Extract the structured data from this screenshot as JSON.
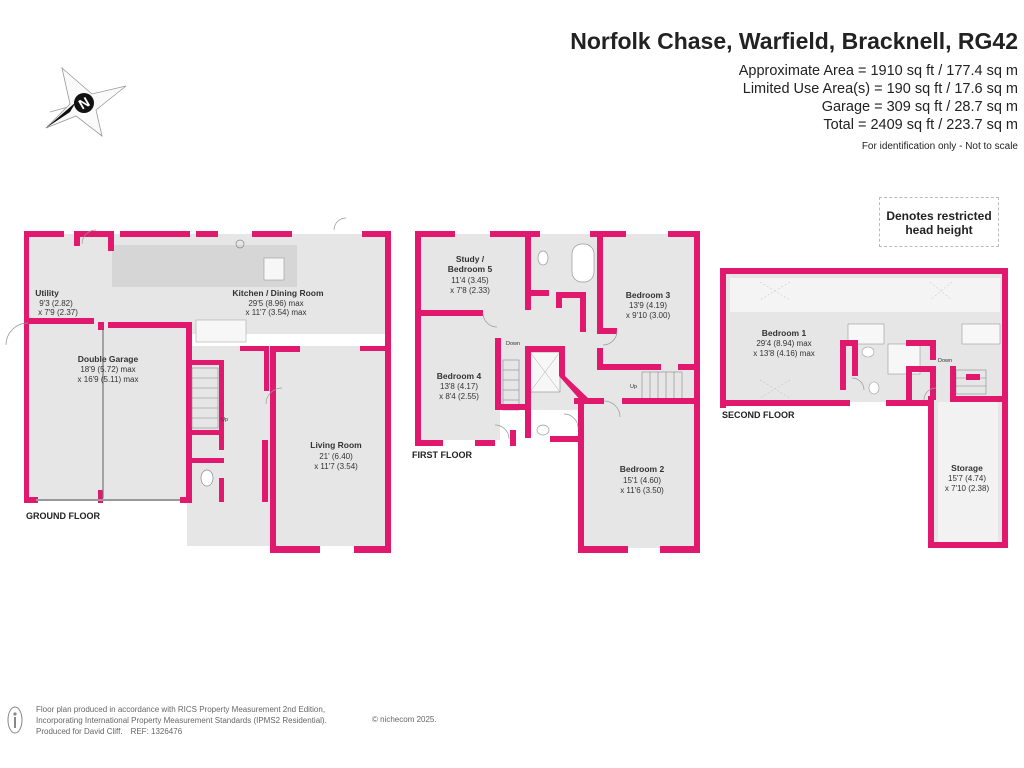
{
  "header": {
    "title": "Norfolk Chase, Warfield, Bracknell, RG42",
    "areas": [
      "Approximate Area = 1910 sq ft / 177.4 sq m",
      "Limited Use Area(s) = 190 sq ft / 17.6 sq m",
      "Garage = 309 sq ft / 28.7 sq m",
      "Total = 2409 sq ft / 223.7 sq m"
    ],
    "disclaimer": "For identification only - Not to scale"
  },
  "compass": {
    "letter": "N",
    "icon": "compass-icon"
  },
  "legend": {
    "line1": "Denotes restricted",
    "line2": "head height"
  },
  "colors": {
    "walls": "#e0196e",
    "floor": "#e3e3e3",
    "limited_area": "#f4f4f4"
  },
  "floors": {
    "ground": {
      "label": "GROUND FLOOR",
      "rooms": [
        {
          "name": "Utility",
          "dim1": "9'3 (2.82)",
          "dim2": "x 7'9 (2.37)"
        },
        {
          "name": "Kitchen / Dining Room",
          "dim1": "29'5 (8.96) max",
          "dim2": "x 11'7 (3.54) max"
        },
        {
          "name": "Double Garage",
          "dim1": "18'9 (5.72) max",
          "dim2": "x 16'9 (5.11) max"
        },
        {
          "name": "Living Room",
          "dim1": "21' (6.40)",
          "dim2": "x 11'7 (3.54)"
        }
      ],
      "stairs_label": "Up"
    },
    "first": {
      "label": "FIRST FLOOR",
      "rooms": [
        {
          "name1": "Study /",
          "name2": "Bedroom 5",
          "dim1": "11'4 (3.45)",
          "dim2": "x 7'8 (2.33)"
        },
        {
          "name": "Bedroom 3",
          "dim1": "13'9 (4.19)",
          "dim2": "x 9'10 (3.00)"
        },
        {
          "name": "Bedroom 4",
          "dim1": "13'8 (4.17)",
          "dim2": "x 8'4 (2.55)"
        },
        {
          "name": "Bedroom 2",
          "dim1": "15'1 (4.60)",
          "dim2": "x 11'6 (3.50)"
        }
      ],
      "stairs_down": "Down",
      "stairs_up": "Up"
    },
    "second": {
      "label": "SECOND FLOOR",
      "rooms": [
        {
          "name": "Bedroom 1",
          "dim1": "29'4 (8.94) max",
          "dim2": "x 13'8 (4.16) max"
        },
        {
          "name": "Storage",
          "dim1": "15'7 (4.74)",
          "dim2": "x 7'10 (2.38)"
        }
      ],
      "stairs_down": "Down"
    }
  },
  "footer": {
    "line1": "Floor plan produced in accordance with RICS Property Measurement 2nd Edition,",
    "line2": "Incorporating International Property Measurement Standards (IPMS2 Residential).",
    "copyright": "© nichecom 2025.",
    "line3": "Produced for David Cliff.",
    "ref": "REF:  1326476"
  }
}
